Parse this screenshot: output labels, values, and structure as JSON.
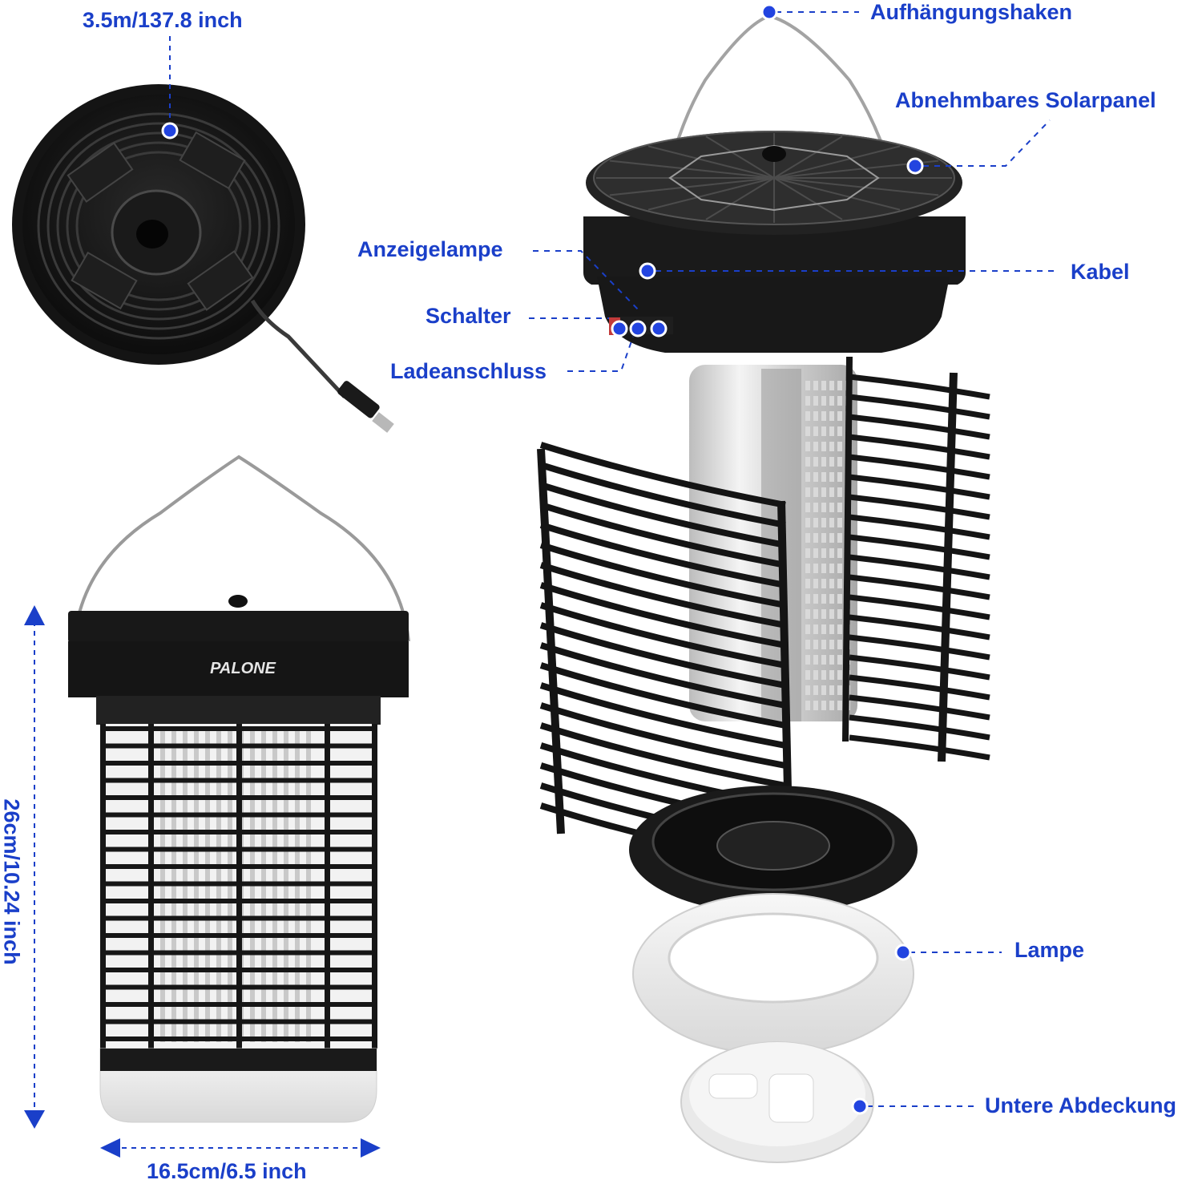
{
  "brand": "PALONE",
  "colors": {
    "label": "#1a3fc9",
    "marker": "#2244e0",
    "body": "#1b1b1b",
    "grid": "#111111",
    "lamp": "#eeeeee"
  },
  "dimensions": {
    "cable_length": "3.5m/137.8 inch",
    "height": "26cm/10.24 inch",
    "width": "16.5cm/6.5 inch"
  },
  "parts": {
    "hook": "Aufhängungshaken",
    "solar_panel": "Abnehmbares Solarpanel",
    "indicator": "Anzeigelampe",
    "cable": "Kabel",
    "switch": "Schalter",
    "charging_port": "Ladeanschluss",
    "lamp": "Lampe",
    "bottom_cover": "Untere Abdeckung"
  }
}
